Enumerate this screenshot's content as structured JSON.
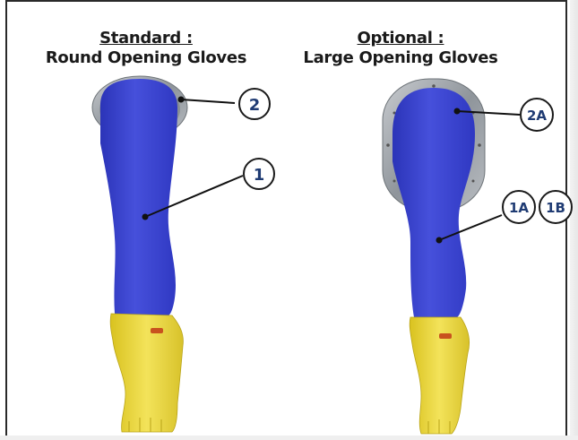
{
  "left_panel": {
    "heading": "Standard :",
    "subheading": "Round Opening Gloves",
    "callouts": [
      {
        "label": "2"
      },
      {
        "label": "1"
      }
    ]
  },
  "right_panel": {
    "heading": "Optional :",
    "subheading": "Large Opening Gloves",
    "callouts": [
      {
        "label": "2A"
      },
      {
        "label": "1A"
      },
      {
        "label": "1B"
      }
    ]
  },
  "colors": {
    "sleeve": "#3b45d0",
    "glove": "#e6d33c",
    "callout_text": "#1f3b73",
    "flange": "#9aa0a6"
  }
}
